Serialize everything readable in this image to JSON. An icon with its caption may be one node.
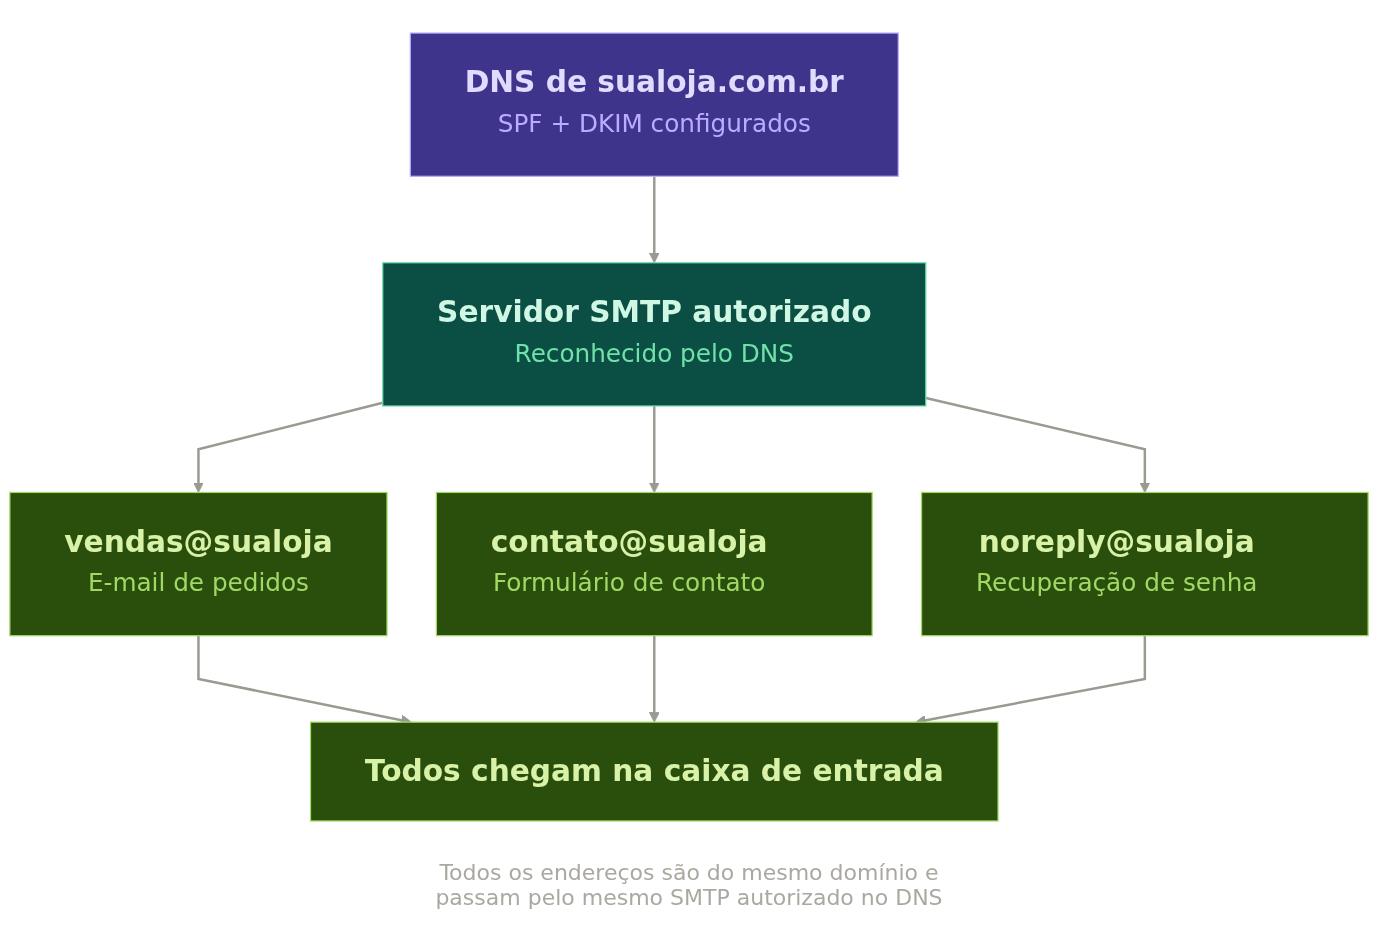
{
  "diagram": {
    "caption": "Todos os endereços são do mesmo domínio e passam pelo mesmo SMTP autorizado no DNS",
    "nodes": [
      {
        "text": [
          "DNS de sualoja.com.br",
          "SPF + DKIM configurados"
        ]
      },
      {
        "text": [
          "Servidor SMTP autorizado",
          "Reconhecido pelo DNS"
        ]
      },
      {
        "text": [
          "vendas@sualoja",
          "E-mail de pedidos"
        ]
      },
      {
        "text": [
          "contato@sualoja",
          "Formulário de contato"
        ]
      },
      {
        "text": [
          "noreply@sualoja",
          "Recuperação de senha"
        ]
      },
      {
        "text": [
          "Todos chegam na caixa de entrada"
        ]
      }
    ],
    "edges": [
      {
        "from": 0,
        "to": 1,
        "arrow": "to"
      },
      {
        "from": 1,
        "to": 2,
        "arrow": "to"
      },
      {
        "from": 1,
        "to": 3,
        "arrow": "to"
      },
      {
        "from": 1,
        "to": 4,
        "arrow": "to"
      },
      {
        "from": 2,
        "to": 5,
        "arrow": "to"
      },
      {
        "from": 3,
        "to": 5,
        "arrow": "to"
      },
      {
        "from": 4,
        "to": 5,
        "arrow": "to"
      }
    ]
  }
}
